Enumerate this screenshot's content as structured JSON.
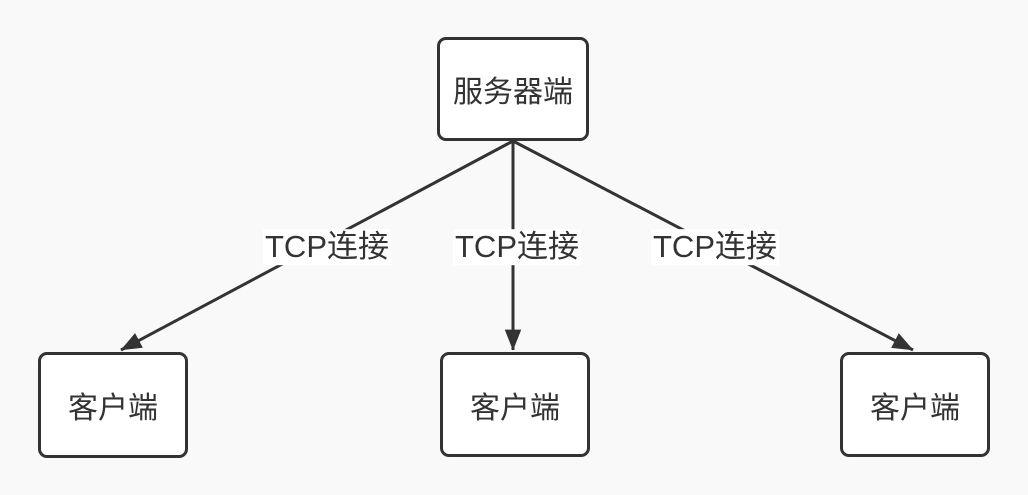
{
  "diagram": {
    "background_color": "#f9f9f9",
    "stroke_color": "#333333",
    "text_color": "#333333",
    "node_fill_color": "#ffffff",
    "edge_label_background": "#ffffff",
    "server": {
      "label": "服务器端"
    },
    "clients": [
      {
        "label": "客户端"
      },
      {
        "label": "客户端"
      },
      {
        "label": "客户端"
      }
    ],
    "edges": [
      {
        "label": "TCP连接"
      },
      {
        "label": "TCP连接"
      },
      {
        "label": "TCP连接"
      }
    ]
  }
}
